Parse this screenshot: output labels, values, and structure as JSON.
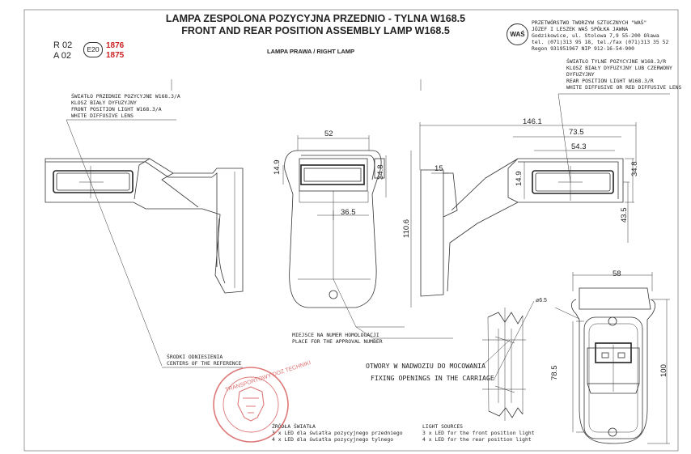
{
  "header": {
    "title_pl": "LAMPA ZESPOLONA POZYCYJNA PRZEDNIO - TYLNA W168.5",
    "title_en": "FRONT AND REAR POSITION ASSEMBLY LAMP W168.5",
    "subtitle": "LAMPA PRAWA / RIGHT LAMP",
    "rev_r": "R 02",
    "rev_a": "A 02",
    "e_mark": "E20",
    "code_r": "1876",
    "code_a": "1875"
  },
  "company": {
    "logo_text": "WAŚ",
    "lines": [
      "PRZETWÓRSTWO TWORZYW SZTUCZNYCH \"WAŚ\"",
      "JÓZEF I LESZEK WAŚ   SPÓŁKA JAWNA",
      "Godzikowice, ul. Stolowa 7,9     55-200 Oława",
      "tel. (071)313 95 18, tel./fax (071)313 35 52",
      "Regon 931951967 NIP 912-16-54-900"
    ]
  },
  "notes": {
    "front_light": [
      "ŚWIATŁO PRZEDNIE POZYCYJNE W168.3/A",
      "KLOSZ BIAŁY DYFUZYJNY",
      "FRONT POSITION LIGHT W168.3/A",
      "WHITE DIFFUSIVE LENS"
    ],
    "rear_light": [
      "ŚWIATŁO TYLNE POZYCYJNE W168.3/R",
      "KLOSZ BIAŁY DYFUZYJNY LUB CZERWONY",
      "DYFUZYJNY",
      "REAR POSITION LIGHT W168.3/R",
      "WHITE DIFFUSIVE OR RED DIFFUSIVE LENS"
    ],
    "approval": [
      "MIEJSCE NA NUMER HOMOLOGACJI",
      "PLACE FOR THE APPROVAL NUMBER"
    ],
    "reference": [
      "ŚRODKI ODNIESIENIA",
      "CENTERS OF THE REFERENCE"
    ],
    "fixing": [
      "OTWORY W NADWOZIU DO MOCOWANIA",
      "FIXING OPENINGS IN THE CARRIAGE"
    ],
    "light_src_pl": [
      "ŹRÓDŁA ŚWIATŁA",
      "3 x LED dla światła pozycyjnego przedniego",
      "4 x LED dla światła pozycyjnego tylnego"
    ],
    "light_src_en": [
      "LIGHT SOURCES",
      "3 x LED for the front position light",
      "4 x LED for the rear position light"
    ]
  },
  "dimensions": {
    "d52": "52",
    "d14_9a": "14.9",
    "d34_8a": "34.8",
    "d36_5": "36.5",
    "d110_6": "110.6",
    "d146_1": "146.1",
    "d73_5": "73.5",
    "d54_3": "54.3",
    "d15": "15",
    "d14_9b": "14.9",
    "d34_8b": "34.8",
    "d43_5": "43.5",
    "d58": "58",
    "d6_5": "⌀6.5",
    "d78_5": "78.5",
    "d100": "100"
  },
  "stamp": {
    "ring_text": "TRANSPORTOWY DOZ TECHNIKI"
  },
  "colors": {
    "red_code": "#cc2222",
    "stamp": "#d04040",
    "lines": "#333333"
  }
}
